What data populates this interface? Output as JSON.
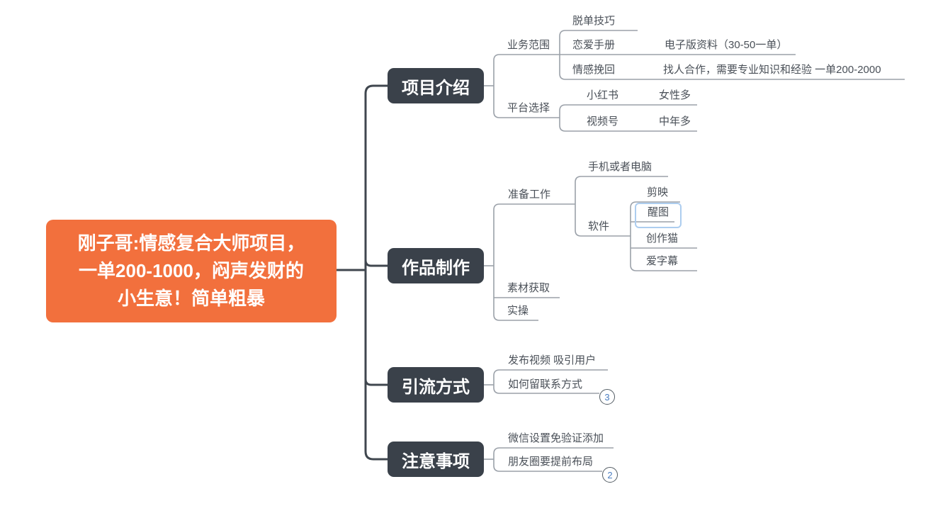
{
  "colors": {
    "root_fill": "#F2703D",
    "main_topic_fill": "#3A414A",
    "branch_line": "#9BA1A9",
    "trunk_line": "#40474F",
    "branch_text": "#4A5058",
    "selection_border": "#ADCDEF",
    "badge_number": "#4A7DC0"
  },
  "root_topic": {
    "text": "刚子哥:情感复合大师项目，\n一单200-1000，闷声发财的\n小生意！简单粗暴"
  },
  "branches": {
    "project_intro": {
      "label": "项目介绍",
      "business_scope": {
        "label": "业务范围",
        "dating_tips": "脱单技巧",
        "love_manual": "恋爱手册",
        "love_manual_note": "电子版资料（30-50一单）",
        "emotion_recovery": "情感挽回",
        "emotion_recovery_note": "找人合作，需要专业知识和经验 一单200-2000"
      },
      "platform_choice": {
        "label": "平台选择",
        "xiaohongshu": "小红书",
        "xiaohongshu_note": "女性多",
        "shipinhao": "视频号",
        "shipinhao_note": "中年多"
      }
    },
    "content_creation": {
      "label": "作品制作",
      "preparation": {
        "label": "准备工作",
        "device": "手机或者电脑",
        "software": {
          "label": "软件",
          "jianying": "剪映",
          "xingtu": "醒图",
          "chuangzuomao": "创作猫",
          "aizimu": "爱字幕"
        }
      },
      "material": "素材获取",
      "practice": "实操"
    },
    "traffic": {
      "label": "引流方式",
      "publish": "发布视频 吸引用户",
      "contact": "如何留联系方式",
      "contact_badge": "3"
    },
    "notes": {
      "label": "注意事项",
      "wechat": "微信设置免验证添加",
      "moments": "朋友圈要提前布局",
      "moments_badge": "2"
    }
  }
}
